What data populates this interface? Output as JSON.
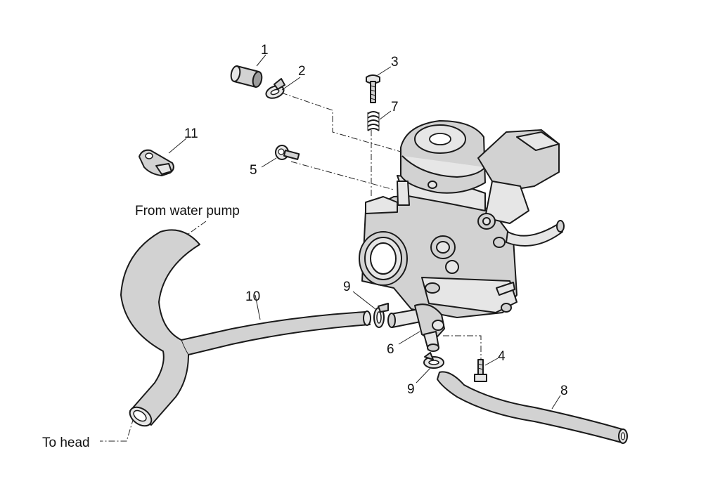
{
  "callouts": {
    "c1": "1",
    "c2": "2",
    "c3": "3",
    "c4": "4",
    "c5": "5",
    "c6": "6",
    "c7": "7",
    "c8": "8",
    "c9a": "9",
    "c9b": "9",
    "c10": "10",
    "c11": "11"
  },
  "notes": {
    "from_water_pump": "From water pump",
    "to_head": "To head"
  }
}
